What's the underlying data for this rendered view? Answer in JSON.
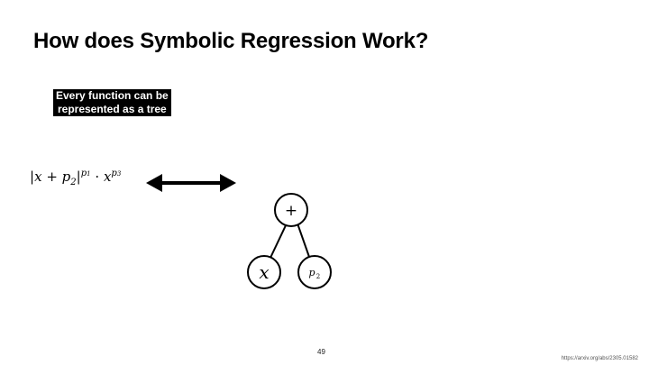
{
  "slide": {
    "title": "How does Symbolic Regression Work?",
    "callout_line1": "Every function can be",
    "callout_line2": "represented as a tree",
    "page_number": "49",
    "reference": "https://arxiv.org/abs/2305.01582"
  },
  "formula": {
    "bar_left": "|",
    "x": "x",
    "plus": "+",
    "p": "p",
    "sub2": "2",
    "bar_right": "|",
    "sup_p1_base": "p",
    "sup_p1_sub": "1",
    "dot": "·",
    "x2": "x",
    "sup_p3_base": "p",
    "sup_p3_sub": "3"
  },
  "arrow": {
    "icon": "double-headed-arrow-icon"
  },
  "tree": {
    "root": {
      "label": "+"
    },
    "left": {
      "label": "x"
    },
    "right": {
      "label": "p",
      "subscript": "2"
    }
  }
}
